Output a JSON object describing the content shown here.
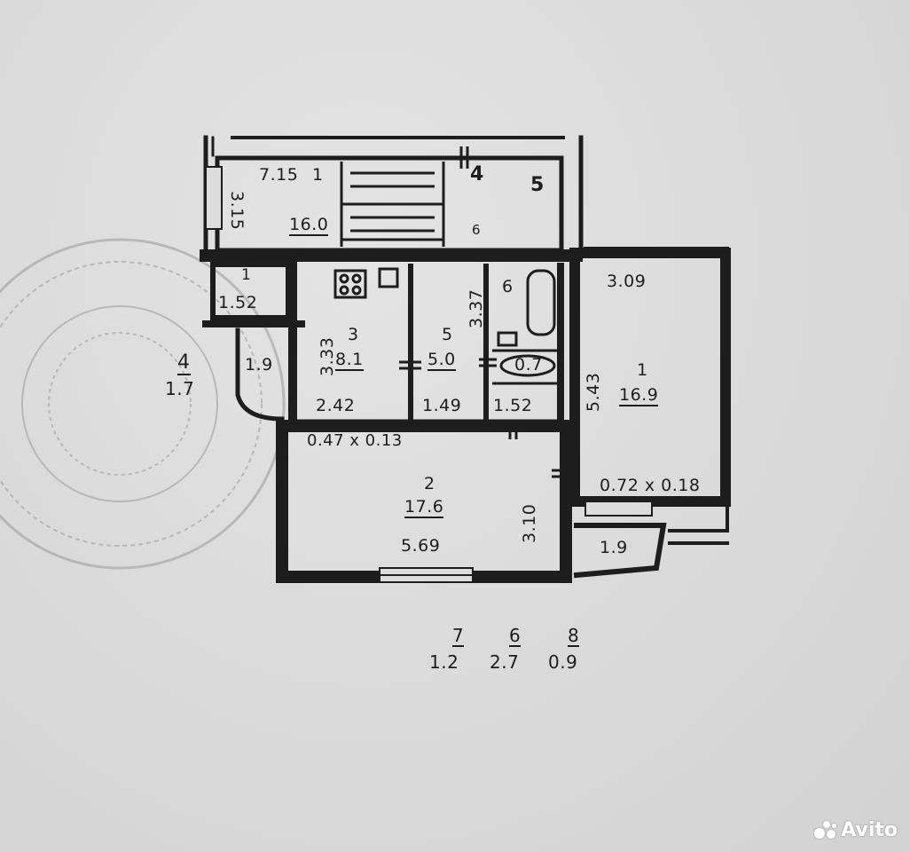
{
  "rooms": [
    {
      "number": "1",
      "area": "16.0"
    },
    {
      "number": "1",
      "area": "1.52"
    },
    {
      "number": "3",
      "area": "8.1"
    },
    {
      "number": "5",
      "area": "5.0"
    },
    {
      "number": "6",
      "area": ""
    },
    {
      "number": "1",
      "area": "16.9"
    },
    {
      "number": "2",
      "area": "17.6"
    },
    {
      "number": "4",
      "area": "1.7"
    }
  ],
  "dimensions": {
    "stair_width": "7.15",
    "stair_side": "3.15",
    "room3_height": "3.33",
    "room3_width": "2.42",
    "room5_width": "1.49",
    "room5_side": "3.37",
    "bath_width": "1.52",
    "bath_fixture": "0.7",
    "room1_width": "3.09",
    "room1_height": "5.43",
    "window_left": "0.47 x 0.13",
    "window_right": "0.72 x 0.18",
    "room2_height": "3.10",
    "room2_width": "5.69",
    "balcony_left": "1.9",
    "balcony_right": "1.9",
    "stair_mark_4": "4",
    "stair_mark_5": "5",
    "top_mark": "6"
  },
  "legend": [
    {
      "number": "7",
      "area": "1.2"
    },
    {
      "number": "6",
      "area": "2.7"
    },
    {
      "number": "8",
      "area": "0.9"
    }
  ],
  "watermark": "Avito",
  "colors": {
    "ink": "#1d1d1d",
    "paper": "#dcdcdc",
    "stamp": "#9a9a9a"
  }
}
